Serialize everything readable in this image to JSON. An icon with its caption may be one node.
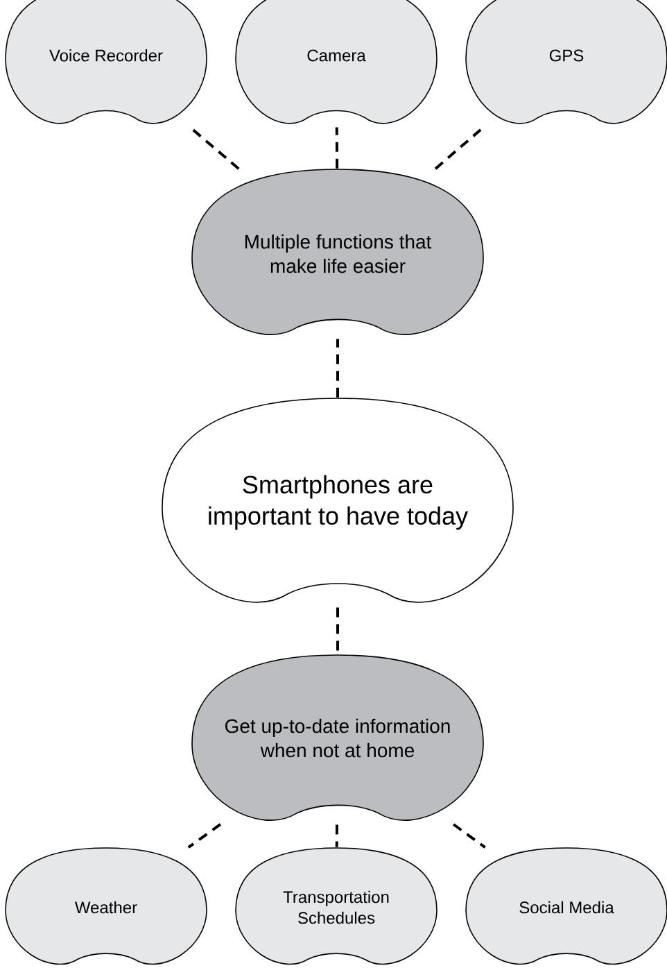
{
  "diagram": {
    "nodes": [
      {
        "text": [
          "Voice Recorder"
        ]
      },
      {
        "text": [
          "Camera"
        ]
      },
      {
        "text": [
          "GPS"
        ]
      },
      {
        "text": [
          "Multiple functions that make life easier"
        ]
      },
      {
        "text": [
          "Smartphones are important to have today"
        ]
      },
      {
        "text": [
          "Get up-to-date information when not at home"
        ]
      },
      {
        "text": [
          "Weather"
        ]
      },
      {
        "text": [
          "Transportation Schedules"
        ]
      },
      {
        "text": [
          "Social Media"
        ]
      }
    ],
    "edges": [
      {
        "from": 3,
        "to": 0,
        "arrow": "none",
        "style": "dashed"
      },
      {
        "from": 3,
        "to": 1,
        "arrow": "none",
        "style": "dashed"
      },
      {
        "from": 3,
        "to": 2,
        "arrow": "none",
        "style": "dashed"
      },
      {
        "from": 4,
        "to": 3,
        "arrow": "none",
        "style": "dashed"
      },
      {
        "from": 4,
        "to": 5,
        "arrow": "none",
        "style": "dashed"
      },
      {
        "from": 5,
        "to": 6,
        "arrow": "none",
        "style": "dashed"
      },
      {
        "from": 5,
        "to": 7,
        "arrow": "none",
        "style": "dashed"
      },
      {
        "from": 5,
        "to": 8,
        "arrow": "none",
        "style": "dashed"
      }
    ]
  }
}
